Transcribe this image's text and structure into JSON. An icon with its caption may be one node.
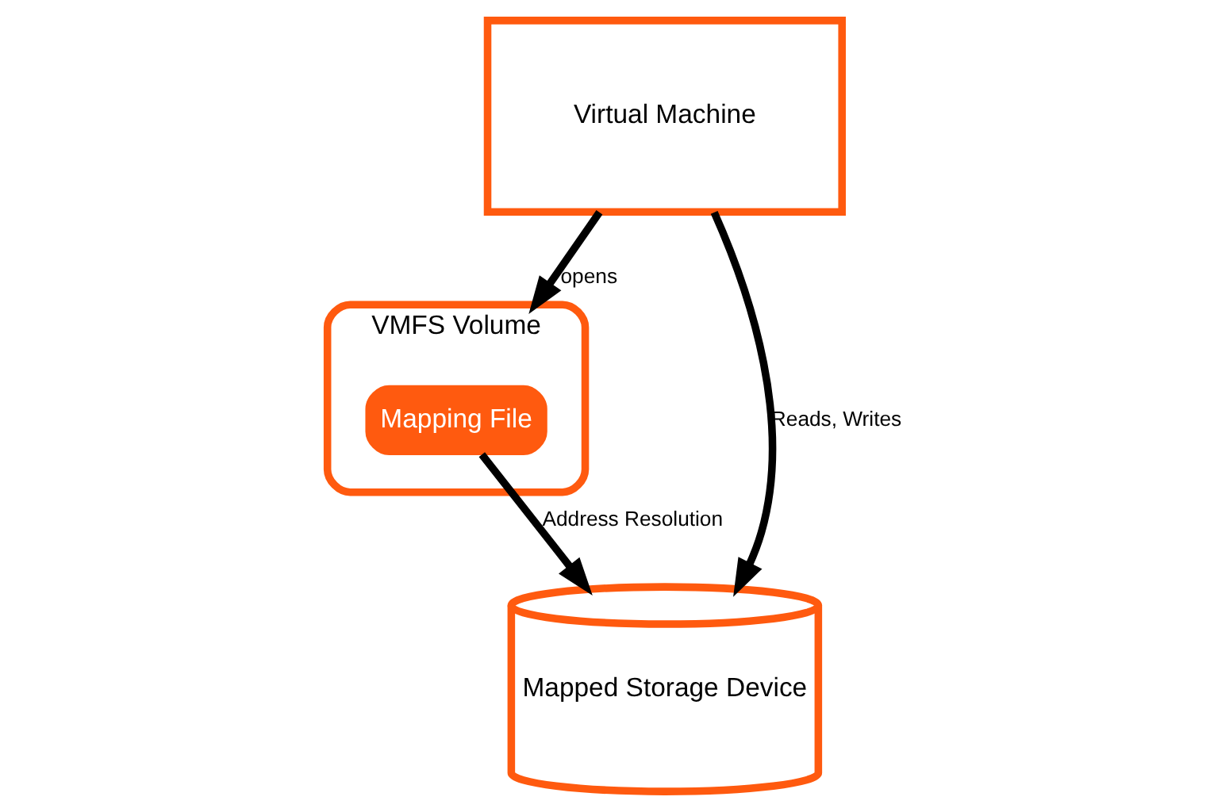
{
  "diagram": {
    "nodes": [
      {
        "text": [
          "Virtual Machine"
        ]
      },
      {
        "text": [
          "VMFS Volume"
        ]
      },
      {
        "text": [
          "Mapping File"
        ],
        "in": 1
      },
      {
        "text": [
          "Mapped Storage Device"
        ]
      }
    ],
    "edges": [
      {
        "from": 0,
        "to": 1,
        "arrow": "to",
        "label": "opens"
      },
      {
        "from": 0,
        "to": 3,
        "arrow": "to",
        "label": "Reads, Writes"
      },
      {
        "from": 2,
        "to": 3,
        "arrow": "to",
        "label": "Address Resolution"
      }
    ]
  }
}
